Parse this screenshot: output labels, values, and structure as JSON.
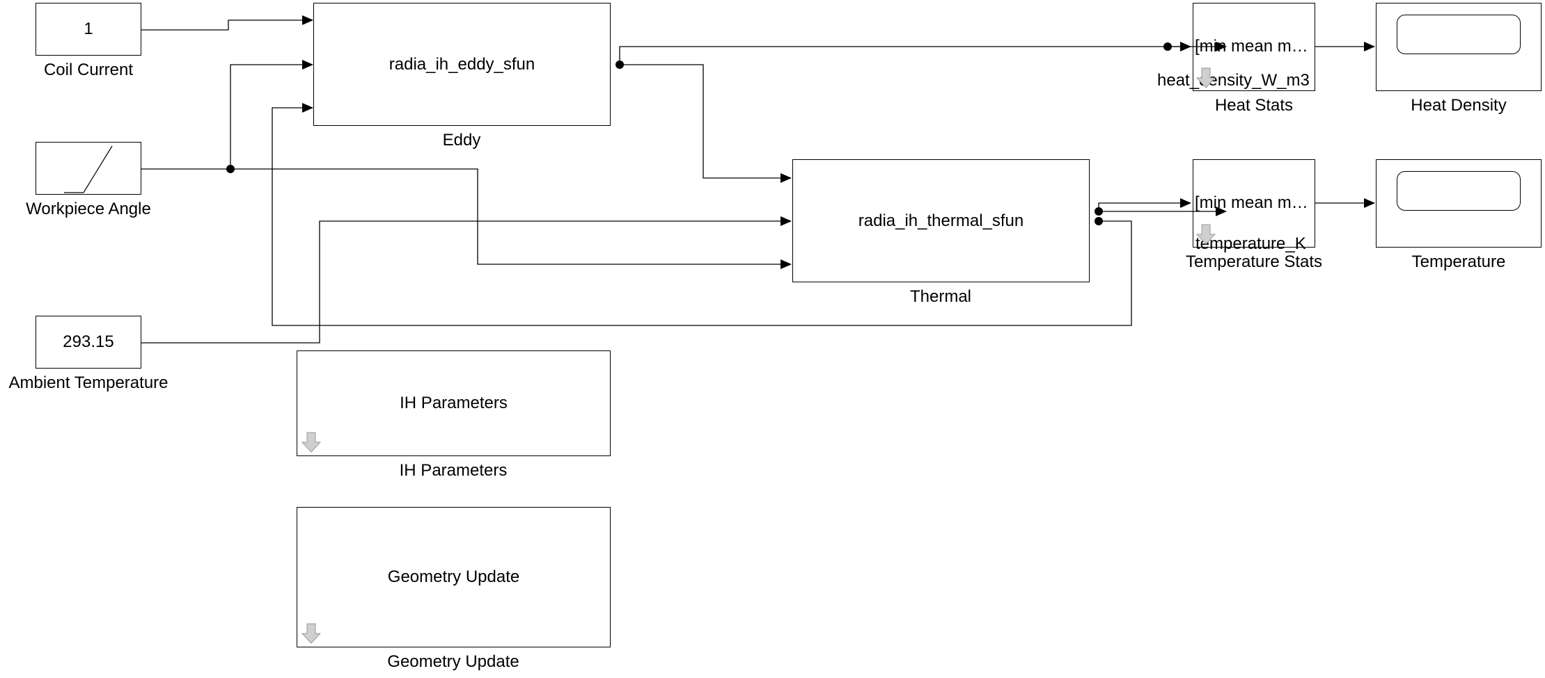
{
  "blocks": {
    "coil_current": {
      "value": "1",
      "label": "Coil Current"
    },
    "workpiece_angle": {
      "label": "Workpiece Angle"
    },
    "ambient_temperature": {
      "value": "293.15",
      "label": "Ambient Temperature"
    },
    "eddy": {
      "content": "radia_ih_eddy_sfun",
      "label": "Eddy"
    },
    "thermal": {
      "content": "radia_ih_thermal_sfun",
      "label": "Thermal"
    },
    "ih_parameters": {
      "content": "IH Parameters",
      "label": "IH Parameters"
    },
    "geometry_update": {
      "content": "Geometry Update",
      "label": "Geometry Update"
    },
    "heat_stats": {
      "content": "[min mean m…",
      "label": "Heat Stats",
      "workspace_var": "heat_density_W_m3"
    },
    "temperature_stats": {
      "content": "[min mean m…",
      "label": "Temperature Stats",
      "workspace_var": "temperature_K"
    },
    "heat_density_scope": {
      "label": "Heat Density"
    },
    "temperature_scope": {
      "label": "Temperature"
    }
  },
  "icons": {
    "mask": "down-arrow-icon",
    "ramp": "ramp-icon",
    "scope": "scope-icon"
  }
}
